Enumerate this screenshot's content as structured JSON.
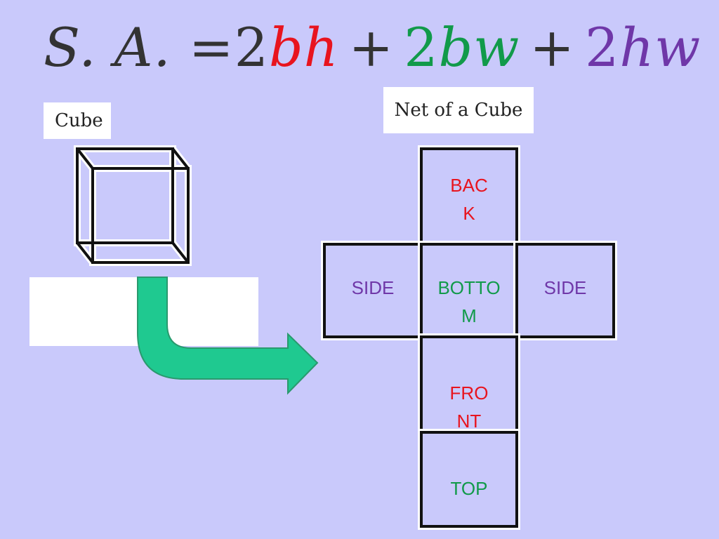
{
  "formula": {
    "lhs": "S. A.",
    "eq": "=",
    "term1_coef": "2",
    "term1_vars": "bh",
    "plus1": "+",
    "term2_coef": "2",
    "term2_vars": "bw",
    "plus2": "+",
    "term3_coef": "2",
    "term3_vars": "hw"
  },
  "colors": {
    "term1": "#e8141e",
    "term2": "#119a4a",
    "term3": "#6f37a8",
    "arrow_fill": "#1fc990",
    "arrow_stroke": "#2a9a6e",
    "background": "#c9c9fb"
  },
  "cube": {
    "label": "Cube"
  },
  "net": {
    "label": "Net of a Cube",
    "faces": {
      "back": "BAC\nK",
      "left": "SIDE",
      "bottom": "BOTTO\nM",
      "right": "SIDE",
      "front": "FRO\nNT",
      "top": "TOP"
    }
  },
  "icons": {
    "cube": "wireframe-cube-icon",
    "arrow": "bent-arrow-icon"
  }
}
